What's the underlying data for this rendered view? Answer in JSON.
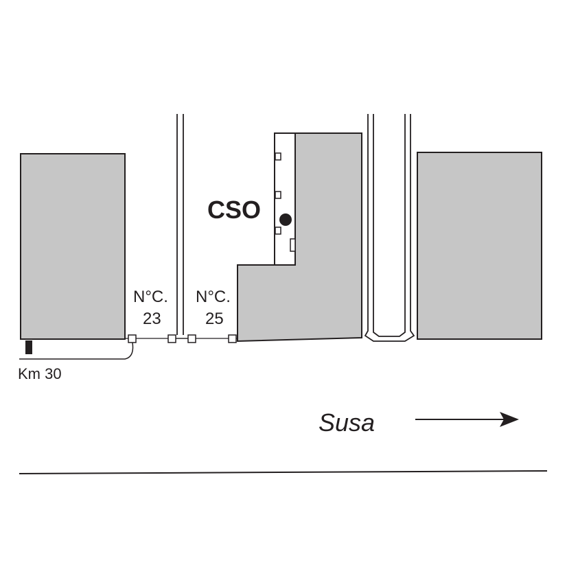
{
  "colors": {
    "building_fill": "#c6c6c6",
    "stroke": "#231f20",
    "background": "#ffffff"
  },
  "labels": {
    "cso": "CSO",
    "km": "Km 30",
    "civic_23_prefix": "N°C.",
    "civic_23_number": "23",
    "civic_25_prefix": "N°C.",
    "civic_25_number": "25",
    "direction": "Susa"
  },
  "icons": {
    "location_marker": "filled-circle-marker",
    "direction_arrow": "right-arrow-icon"
  }
}
